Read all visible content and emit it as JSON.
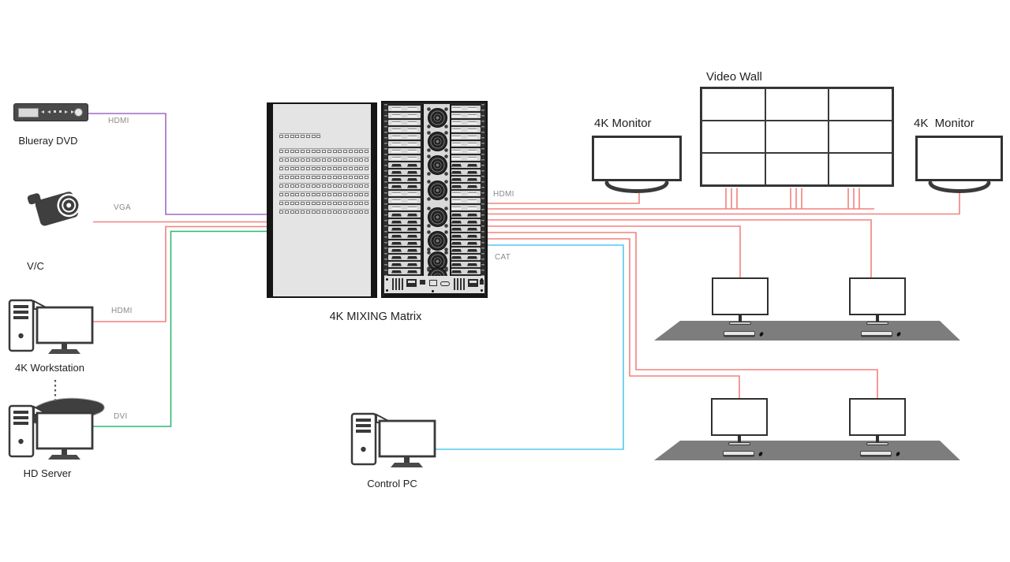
{
  "title": "4K MIXING Matrix",
  "colors": {
    "hdmi_dvd_purple": "#9E6BC7",
    "video_red": "#F0827E",
    "dvi_green": "#2FB873",
    "cat_cyan": "#55C8F0"
  },
  "sources": {
    "blueray": {
      "label": "Blueray DVD",
      "port": "HDMI"
    },
    "vc": {
      "label": "V/C",
      "port": "VGA"
    },
    "workstation": {
      "label": "4K Workstation",
      "port": "HDMI"
    },
    "hd_server": {
      "label": "HD Server",
      "port": "DVI"
    }
  },
  "control": {
    "pc_label": "Control PC"
  },
  "outputs": {
    "matrix_out": {
      "hdmi_label": "HDMI",
      "cat_label": "CAT"
    },
    "monitor_left": {
      "label": "4K Monitor"
    },
    "video_wall": {
      "label": "Video Wall",
      "rows": 3,
      "cols": 3
    },
    "monitor_right": {
      "label": "4K  Monitor"
    }
  }
}
